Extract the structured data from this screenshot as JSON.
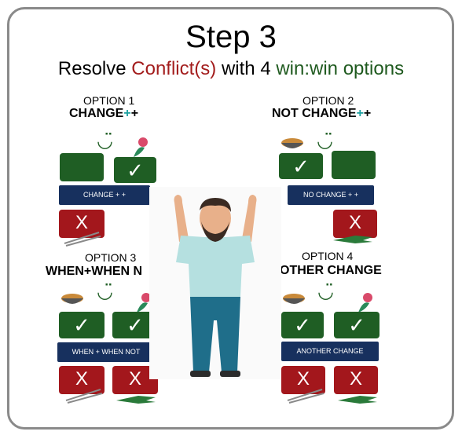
{
  "title": "Step 3",
  "subtitle": {
    "part1": "Resolve ",
    "part2": "Conflict(s)",
    "part3": " with 4 ",
    "part4": "win:win options"
  },
  "colors": {
    "green_box": "#1f5e24",
    "red_box": "#a3171c",
    "label_bg": "#17305e",
    "conflict_red": "#a31d1d",
    "winwin_green": "#1f5a1f",
    "plus_teal": "#1aa0a0"
  },
  "options": [
    {
      "number": "OPTION 1",
      "name": "CHANGE",
      "suffix": "+",
      "suffix2": "+",
      "label": "CHANGE + +"
    },
    {
      "number": "OPTION 2",
      "name": "NOT CHANGE",
      "suffix": "+",
      "suffix2": "+",
      "label": "NO CHANGE + +"
    },
    {
      "number": "OPTION 3",
      "name": "WHEN+WHEN N",
      "label": "WHEN + WHEN NOT"
    },
    {
      "number": "OPTION 4",
      "name": "OTHER CHANGE",
      "label": "ANOTHER CHANGE"
    }
  ],
  "icons": {
    "smile": "◡̈",
    "check": "✓",
    "cross": "X"
  }
}
